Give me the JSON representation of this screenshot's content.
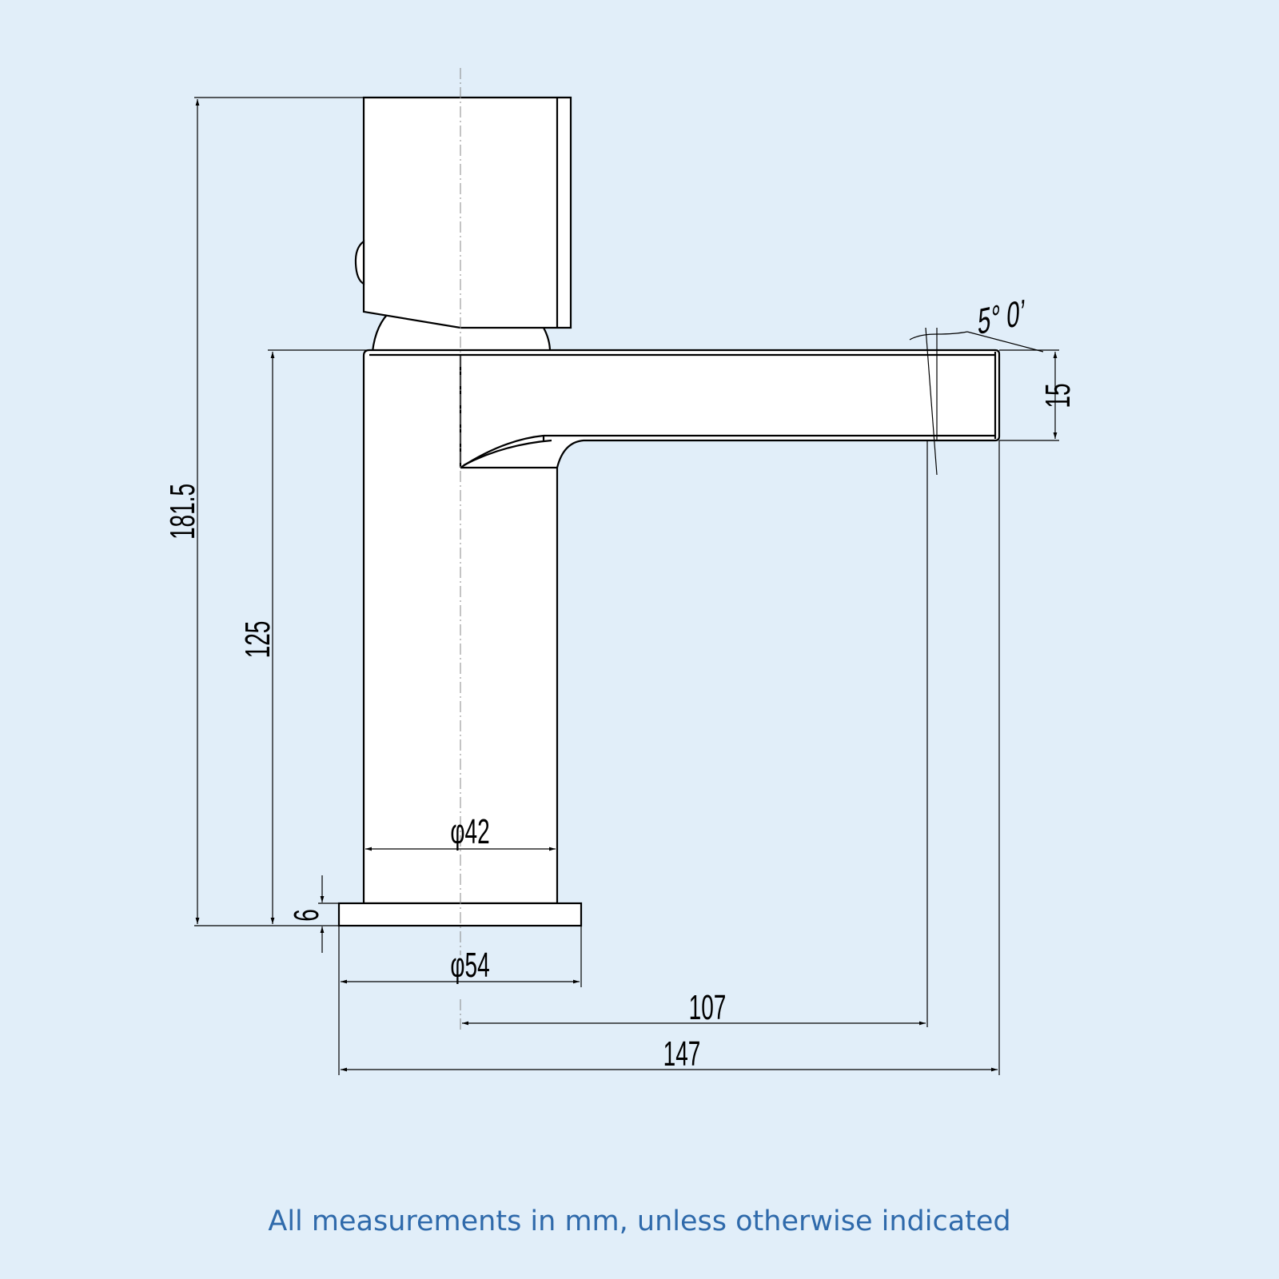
{
  "dimensions": {
    "total_height": "181.5",
    "spout_height": "125",
    "base_thickness": "6",
    "body_diameter": "φ42",
    "base_diameter": "φ54",
    "spout_reach": "107",
    "overall_length": "147",
    "spout_thickness": "15",
    "spout_angle": "5° 0’"
  },
  "footer": "All measurements in mm, unless otherwise indicated",
  "colors": {
    "background": "#e1eef9",
    "footer_text": "#2f6aab",
    "line": "#000000"
  }
}
